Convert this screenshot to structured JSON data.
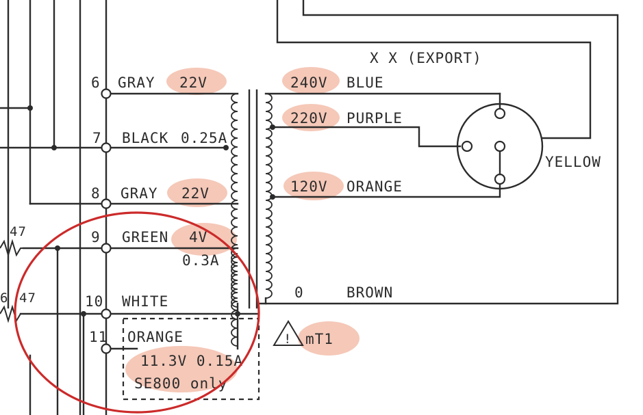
{
  "header": {
    "export_label": "X X (EXPORT)"
  },
  "primary": {
    "taps": [
      {
        "number": "6",
        "color": "GRAY",
        "voltage": "22V"
      },
      {
        "number": "7",
        "color": "BLACK",
        "current": "0.25A"
      },
      {
        "number": "8",
        "color": "GRAY",
        "voltage": "22V"
      },
      {
        "number": "9",
        "color": "GREEN",
        "voltage": "4V",
        "current": "0.3A"
      },
      {
        "number": "10",
        "color": "WHITE"
      },
      {
        "number": "11",
        "color": "ORANGE",
        "voltage_current": "11.3V 0.15A",
        "note": "SE800 only"
      }
    ]
  },
  "secondary": {
    "taps": [
      {
        "voltage": "240V",
        "color": "BLUE"
      },
      {
        "voltage": "220V",
        "color": "PURPLE"
      },
      {
        "voltage": "120V",
        "color": "ORANGE"
      },
      {
        "voltage": "0",
        "color": "BROWN"
      }
    ]
  },
  "selector": {
    "label": "YELLOW"
  },
  "transformer": {
    "ref": "mT1"
  },
  "resistors": [
    {
      "value": "47"
    },
    {
      "value": "47"
    }
  ],
  "fragments": {
    "left_edge_char": "6"
  },
  "colors": {
    "highlight": "#f2b8a4",
    "annotation_circle": "#cc2a2a",
    "ink": "#2b2b2b"
  }
}
